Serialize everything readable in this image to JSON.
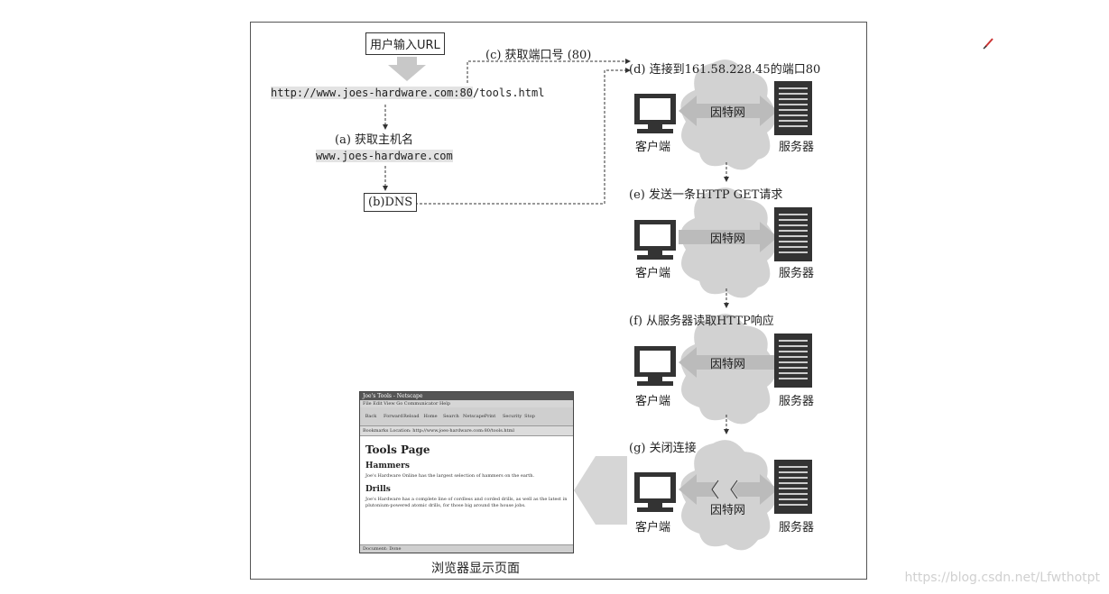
{
  "diagram": {
    "user_input": "用户输入URL",
    "url_host": "http://www.joes-hardware.com",
    "url_port": ":80",
    "url_path": "/tools.html",
    "step_a": "(a) 获取主机名",
    "hostname": "www.joes-hardware.com",
    "step_b": "(b)DNS",
    "step_c": "(c) 获取端口号 (80)",
    "step_d": "(d) 连接到161.58.228.45的端口80",
    "step_e": "(e) 发送一条HTTP GET请求",
    "step_f": "(f) 从服务器读取HTTP响应",
    "step_g": "(g) 关闭连接",
    "internet": "因特网",
    "client": "客户端",
    "server": "服务器",
    "browser_caption": "浏览器显示页面"
  },
  "browser": {
    "title": "Joe's Tools - Netscape",
    "menu": "File  Edit  View  Go  Communicator  Help",
    "toolbar": [
      "Back",
      "Forward",
      "Reload",
      "Home",
      "Search",
      "Netscape",
      "Print",
      "Security",
      "Stop"
    ],
    "location": "Bookmarks   Location: http://www.joes-hardware.com:80/tools.html",
    "page_title": "Tools Page",
    "section1_title": "Hammers",
    "section1_text": "Joe's Hardware Online has the largest selection of hammers on the earth.",
    "section2_title": "Drills",
    "section2_text": "Joe's Hardware has a complete line of cordless and corded drills, as well as the latest in plutonium-powered atomic drills, for those big around the house jobs.",
    "status": "Document: Done"
  },
  "watermark": "https://blog.csdn.net/Lfwthotpt",
  "colors": {
    "arrow_fill": "#c8c8c8",
    "cloud": "#d2d2d2",
    "highlight": "#e3e3e3"
  }
}
